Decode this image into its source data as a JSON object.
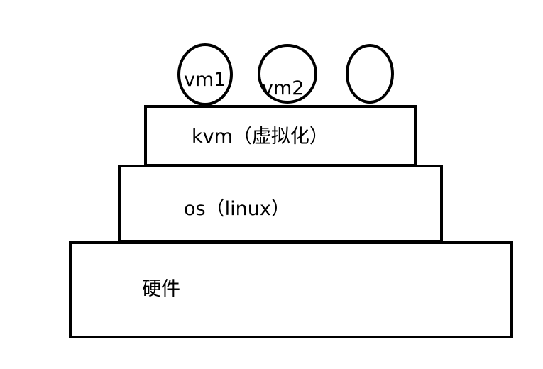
{
  "diagram": {
    "layers": {
      "kvm": "kvm（虚拟化）",
      "os": "os（linux）",
      "hardware": "硬件"
    },
    "vms": {
      "vm1": "vm1",
      "vm2": "vm2",
      "vm3": ""
    },
    "colors": {
      "stroke": "#000000",
      "background": "#ffffff"
    }
  }
}
